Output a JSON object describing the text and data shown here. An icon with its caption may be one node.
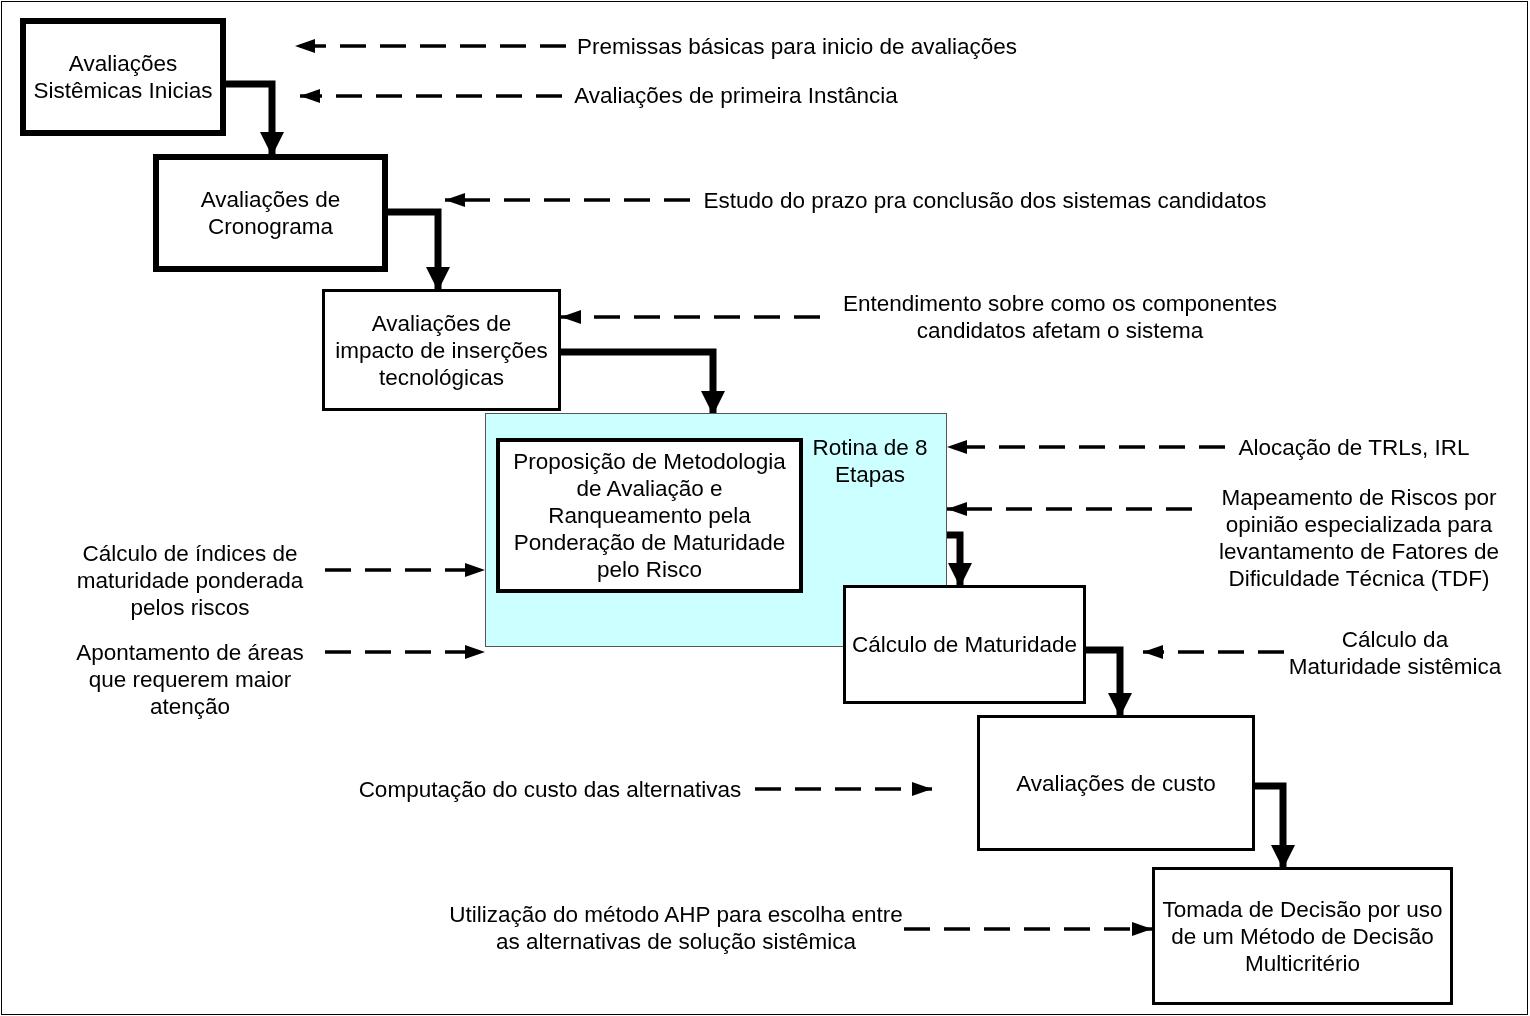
{
  "diagram": {
    "nodes": [
      {
        "text": [
          "Avaliações Sistêmicas Inicias"
        ]
      },
      {
        "text": [
          "Avaliações de Cronograma"
        ]
      },
      {
        "text": [
          "Avaliações de impacto de inserções tecnológicas"
        ]
      },
      {
        "text": [
          "Rotina de 8 Etapas"
        ]
      },
      {
        "text": [
          "Proposição de Metodologia de Avaliação e Ranqueamento pela Ponderação de Maturidade pelo Risco"
        ],
        "in": 3
      },
      {
        "text": [
          "Cálculo de Maturidade"
        ]
      },
      {
        "text": [
          "Avaliações de custo"
        ]
      },
      {
        "text": [
          "Tomada de Decisão por uso de um Método de Decisão Multicritério"
        ]
      },
      {
        "text": [
          "Premissas básicas para inicio de avaliações"
        ]
      },
      {
        "text": [
          "Avaliações de primeira Instância"
        ]
      },
      {
        "text": [
          "Estudo do prazo pra conclusão dos sistemas candidatos"
        ]
      },
      {
        "text": [
          "Entendimento sobre como os componentes candidatos afetam o sistema"
        ]
      },
      {
        "text": [
          "Alocação de TRLs, IRL"
        ]
      },
      {
        "text": [
          "Mapeamento de Riscos por opinião especializada para levantamento de Fatores de Dificuldade Técnica (TDF)"
        ]
      },
      {
        "text": [
          "Cálculo de  índices de maturidade ponderada pelos riscos"
        ]
      },
      {
        "text": [
          "Apontamento de áreas que requerem maior atenção"
        ]
      },
      {
        "text": [
          "Cálculo da Maturidade sistêmica"
        ]
      },
      {
        "text": [
          "Computação do custo das alternativas"
        ]
      },
      {
        "text": [
          "Utilização do método AHP para escolha entre as alternativas de solução sistêmica"
        ]
      }
    ],
    "edges": [
      {
        "from": 0,
        "to": 1,
        "arrow": "to",
        "style": "thick"
      },
      {
        "from": 1,
        "to": 2,
        "arrow": "to",
        "style": "thick"
      },
      {
        "from": 2,
        "to": 3,
        "arrow": "to",
        "style": "thick"
      },
      {
        "from": 3,
        "to": 5,
        "arrow": "to",
        "style": "thick"
      },
      {
        "from": 5,
        "to": 6,
        "arrow": "to",
        "style": "thick"
      },
      {
        "from": 6,
        "to": 7,
        "arrow": "to",
        "style": "thick"
      },
      {
        "from": 8,
        "to": null,
        "arrow": "to",
        "style": "dashed"
      },
      {
        "from": 9,
        "to": null,
        "arrow": "to",
        "style": "dashed"
      },
      {
        "from": 10,
        "to": null,
        "arrow": "to",
        "style": "dashed"
      },
      {
        "from": 11,
        "to": 2,
        "arrow": "to",
        "style": "dashed"
      },
      {
        "from": 12,
        "to": 3,
        "arrow": "to",
        "style": "dashed"
      },
      {
        "from": 13,
        "to": 3,
        "arrow": "to",
        "style": "dashed"
      },
      {
        "from": 14,
        "to": 3,
        "arrow": "to",
        "style": "dashed"
      },
      {
        "from": 15,
        "to": 3,
        "arrow": "to",
        "style": "dashed"
      },
      {
        "from": 16,
        "to": null,
        "arrow": "to",
        "style": "dashed"
      },
      {
        "from": 17,
        "to": null,
        "arrow": "to",
        "style": "dashed"
      },
      {
        "from": 18,
        "to": 7,
        "arrow": "to",
        "style": "dashed"
      }
    ]
  }
}
